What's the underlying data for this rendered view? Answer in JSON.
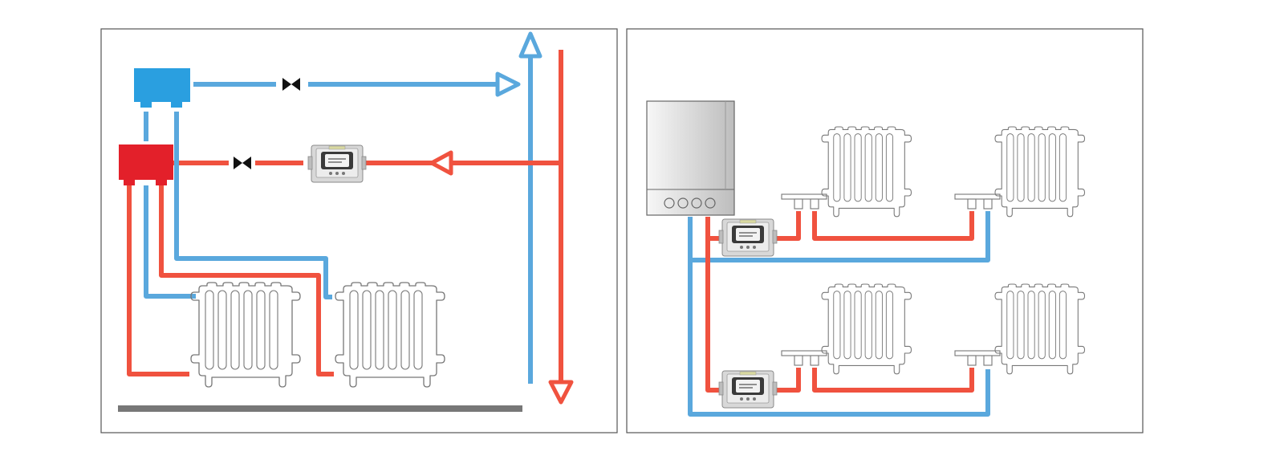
{
  "colors": {
    "hot_pipe": "#f0523f",
    "hot_pipe_edge": "#d63a2a",
    "cold_pipe": "#5aa8dd",
    "cold_pipe_edge": "#3f8fc6",
    "supply_block": "#2a9fe0",
    "return_block": "#e3202a",
    "floor_bar": "#777777",
    "panel_border": "#555555",
    "radiator_line": "#777777",
    "valve": "#111111",
    "boiler_light": "#f7f7f7",
    "boiler_dark": "#bdbdbd"
  },
  "icons": {
    "valve": "butterfly-valve-icon",
    "meter": "heat-meter-icon",
    "radiator": "cast-iron-radiator-icon",
    "boiler": "wall-boiler-icon",
    "flow_arrow": "flow-arrow-icon"
  },
  "left_panel": {
    "radiator_count": 2,
    "valve_count": 2,
    "meter_count": 1
  },
  "right_panel": {
    "radiator_count": 4,
    "meter_count": 2,
    "boiler_button_count": 4
  }
}
